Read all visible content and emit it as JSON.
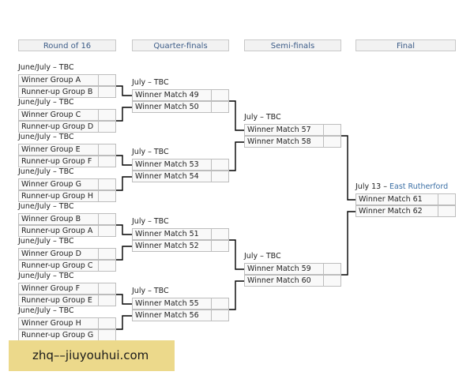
{
  "rounds": [
    "Round of 16",
    "Quarter-finals",
    "Semi-finals",
    "Final"
  ],
  "round_of_16": [
    {
      "label": "June/July – TBC",
      "teams": [
        "Winner Group A",
        "Runner-up Group B"
      ]
    },
    {
      "label": "June/July – TBC",
      "teams": [
        "Winner Group C",
        "Runner-up Group D"
      ]
    },
    {
      "label": "June/July – TBC",
      "teams": [
        "Winner Group E",
        "Runner-up Group F"
      ]
    },
    {
      "label": "June/July – TBC",
      "teams": [
        "Winner Group G",
        "Runner-up Group H"
      ]
    },
    {
      "label": "June/July – TBC",
      "teams": [
        "Winner Group B",
        "Runner-up Group A"
      ]
    },
    {
      "label": "June/July – TBC",
      "teams": [
        "Winner Group D",
        "Runner-up Group C"
      ]
    },
    {
      "label": "June/July – TBC",
      "teams": [
        "Winner Group F",
        "Runner-up Group E"
      ]
    },
    {
      "label": "June/July – TBC",
      "teams": [
        "Winner Group H",
        "Runner-up Group G"
      ]
    }
  ],
  "quarter_finals": [
    {
      "label": "July – TBC",
      "teams": [
        "Winner Match 49",
        "Winner Match 50"
      ]
    },
    {
      "label": "July – TBC",
      "teams": [
        "Winner Match 53",
        "Winner Match 54"
      ]
    },
    {
      "label": "July – TBC",
      "teams": [
        "Winner Match 51",
        "Winner Match 52"
      ]
    },
    {
      "label": "July – TBC",
      "teams": [
        "Winner Match 55",
        "Winner Match 56"
      ]
    }
  ],
  "semi_finals": [
    {
      "label": "July – TBC",
      "teams": [
        "Winner Match 57",
        "Winner Match 58"
      ]
    },
    {
      "label": "July – TBC",
      "teams": [
        "Winner Match 59",
        "Winner Match 60"
      ]
    }
  ],
  "final": {
    "date": "July 13 –",
    "venue": "East Rutherford",
    "teams": [
      "Winner Match 61",
      "Winner Match 62"
    ]
  },
  "watermark": "zhq––jiuyouhui.com",
  "colors": {
    "header_text": "#3b5b87",
    "venue": "#3b6fa5",
    "line": "#000000",
    "watermark_bg": "#ecd98b"
  }
}
